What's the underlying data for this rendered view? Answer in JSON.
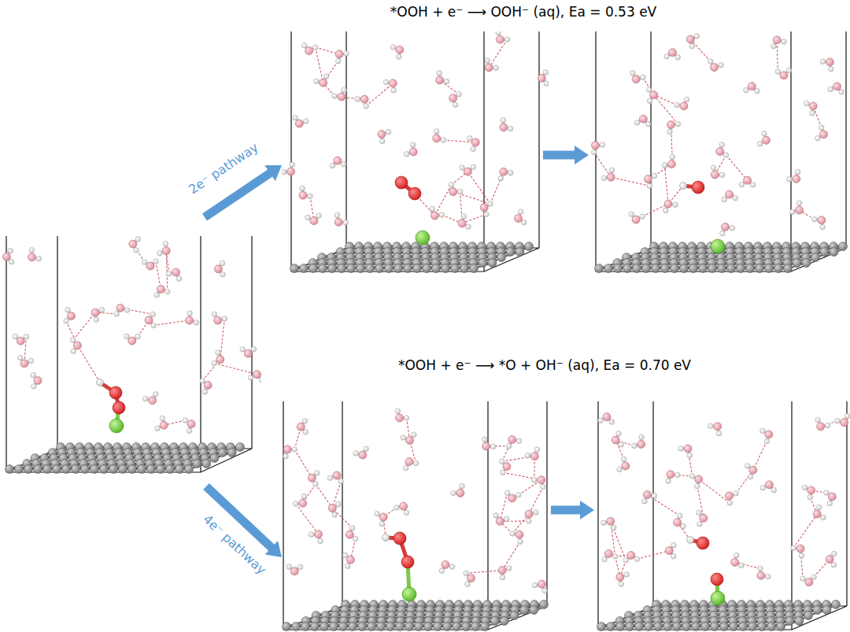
{
  "diagram": {
    "labels": [
      "*OOH + e⁻ ⟶ OOH⁻ (aq), Ea = 0.53 eV",
      "2e⁻ pathway",
      "*OOH + e⁻ ⟶ *O + OH⁻ (aq), Ea = 0.70 eV",
      "4e⁻ pathway"
    ]
  }
}
